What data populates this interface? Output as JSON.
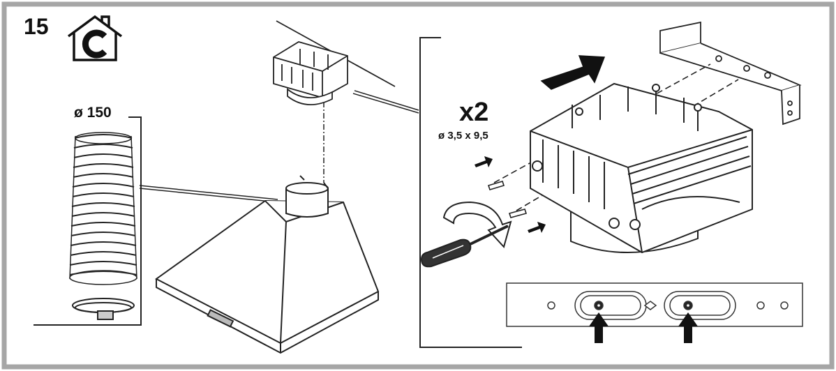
{
  "step": {
    "number": "15"
  },
  "duct": {
    "diameter_label": "ø 150"
  },
  "screws": {
    "count_label": "x2",
    "size_label": "ø 3,5 x 9,5"
  },
  "icons": {
    "mode": "house-recirculation-icon",
    "arrow": "arrow-icon",
    "screwdriver": "screwdriver-icon"
  },
  "colors": {
    "line": "#222222",
    "frame": "#a6a6a6",
    "background": "#ffffff"
  }
}
